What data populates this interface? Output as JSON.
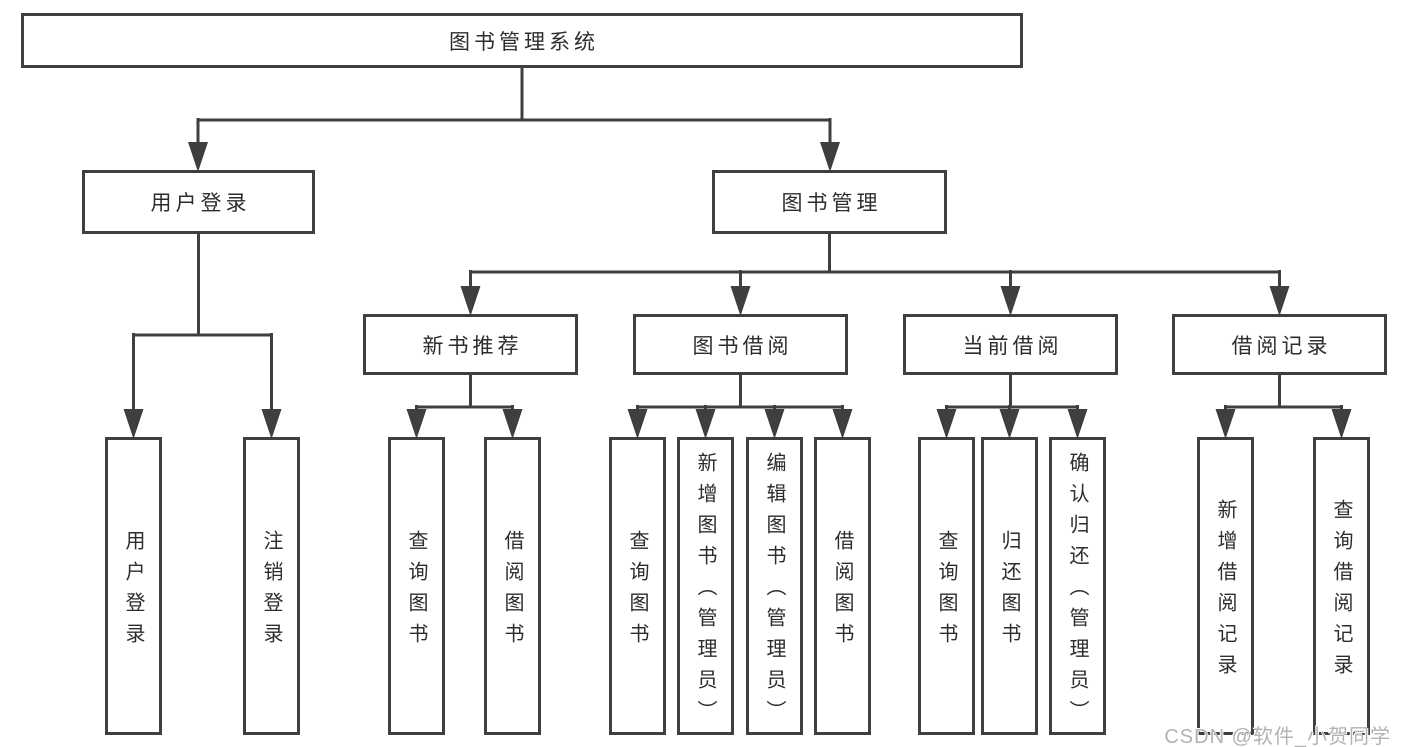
{
  "diagram_type": "hierarchy-tree",
  "tree": {
    "label": "图书管理系统",
    "children": [
      {
        "label": "用户登录",
        "children": [
          {
            "label": "用户登录"
          },
          {
            "label": "注销登录"
          }
        ]
      },
      {
        "label": "图书管理",
        "children": [
          {
            "label": "新书推荐",
            "children": [
              {
                "label": "查询图书"
              },
              {
                "label": "借阅图书"
              }
            ]
          },
          {
            "label": "图书借阅",
            "children": [
              {
                "label": "查询图书"
              },
              {
                "label": "新增图书（管理员）"
              },
              {
                "label": "编辑图书（管理员）"
              },
              {
                "label": "借阅图书"
              }
            ]
          },
          {
            "label": "当前借阅",
            "children": [
              {
                "label": "查询图书"
              },
              {
                "label": "归还图书"
              },
              {
                "label": "确认归还（管理员）"
              }
            ]
          },
          {
            "label": "借阅记录",
            "children": [
              {
                "label": "新增借阅记录"
              },
              {
                "label": "查询借阅记录"
              }
            ]
          }
        ]
      }
    ]
  },
  "watermark": {
    "text": "CSDN @软件_小贺同学"
  },
  "colors": {
    "line": "#3f3f3f",
    "box_border": "#3f3f3f",
    "box_fill": "#ffffff",
    "text": "#2d2d2d",
    "watermark": "#b3b3b3",
    "background": "#ffffff"
  }
}
